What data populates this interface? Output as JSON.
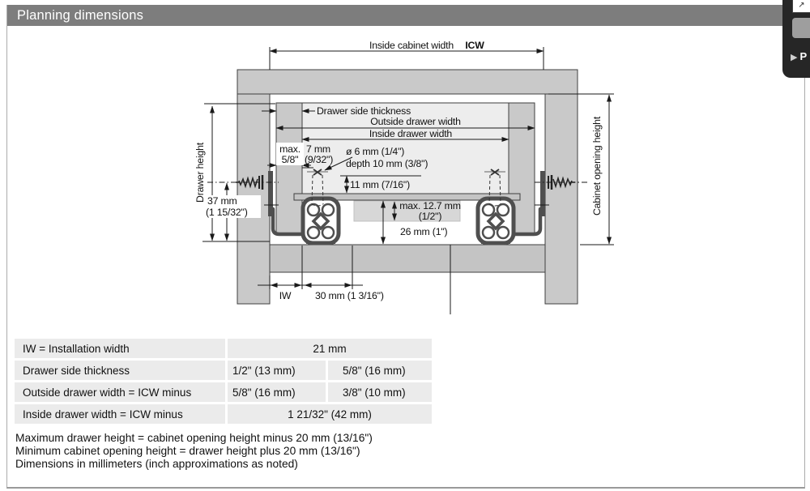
{
  "page": {
    "title": "Planning dimensions"
  },
  "corner_widget": {
    "corner_glyph": "↗",
    "expand_arrow": "▶",
    "partial_label": "P"
  },
  "diagram": {
    "inside_cabinet_width": "Inside cabinet width",
    "icw_abbr": "ICW",
    "drawer_height": "Drawer height",
    "cabinet_opening_height": "Cabinet opening height",
    "drawer_side_thickness": "Drawer side thickness",
    "outside_drawer_width": "Outside drawer width",
    "inside_drawer_width": "Inside drawer width",
    "max_gap_line1": "max.",
    "max_gap_line2": "5/8\"",
    "offset_line1": "7 mm",
    "offset_line2": "(9/32\")",
    "hole_diameter": "ø 6 mm (1/4\")",
    "hole_depth": "depth 10 mm (3/8\")",
    "hole_height": "11 mm (7/16\")",
    "screw_height_line1": "37 mm",
    "screw_height_line2": "(1 15/32\")",
    "recess_max_line1": "max. 12.7 mm",
    "recess_max_line2": "(1/2\")",
    "clearance": "26 mm (1\")",
    "iw_abbr": "IW",
    "rail_offset": "30 mm (1 3/16\")"
  },
  "table": {
    "rows": [
      {
        "label": "IW = Installation width",
        "value_span": "21 mm"
      },
      {
        "label": "Drawer side thickness",
        "value1": "1/2\" (13 mm)",
        "value2": "5/8\" (16 mm)"
      },
      {
        "label": "Outside drawer width = ICW minus",
        "value1": "5/8\" (16 mm)",
        "value2": "3/8\" (10 mm)"
      },
      {
        "label": "Inside drawer width = ICW minus",
        "value_span": "1 21/32\" (42 mm)"
      }
    ]
  },
  "notes": [
    "Maximum drawer height = cabinet opening height minus 20 mm (13/16\")",
    "Minimum cabinet opening height = drawer height plus 20 mm (13/16\")",
    "Dimensions in millimeters (inch approximations as noted)"
  ],
  "colors": {
    "title_bar": "#7d7d7d",
    "panel_gray": "#c9c9c9",
    "slide_dark": "#4f4f4f",
    "table_row": "#ebebeb",
    "widget_dark": "#262626"
  }
}
